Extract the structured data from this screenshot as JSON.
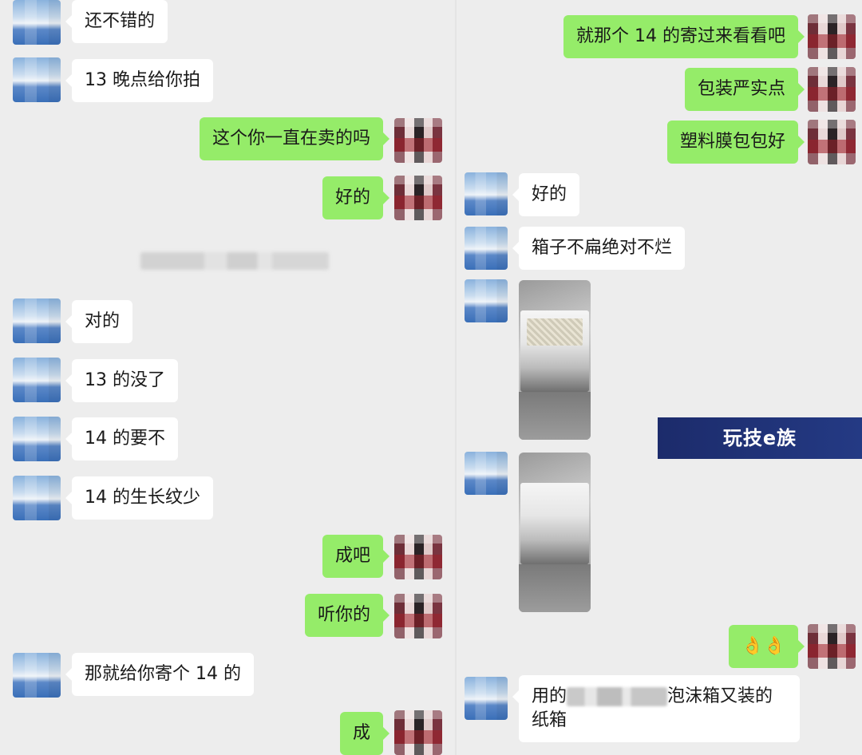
{
  "left": {
    "messages": [
      {
        "side": "other",
        "text": "还不错的"
      },
      {
        "side": "other",
        "text": "13 晚点给你拍"
      },
      {
        "side": "me",
        "text": "这个你一直在卖的吗"
      },
      {
        "side": "me",
        "text": "好的"
      },
      {
        "side": "other",
        "text": "对的"
      },
      {
        "side": "other",
        "text": "13 的没了"
      },
      {
        "side": "other",
        "text": "14 的要不"
      },
      {
        "side": "other",
        "text": "14 的生长纹少"
      },
      {
        "side": "me",
        "text": "成吧"
      },
      {
        "side": "me",
        "text": "听你的"
      },
      {
        "side": "other",
        "text": "那就给你寄个 14 的"
      },
      {
        "side": "me",
        "text": "成"
      }
    ]
  },
  "right": {
    "messages": [
      {
        "side": "me",
        "text": "就那个 14 的寄过来看看吧"
      },
      {
        "side": "me",
        "text": "包装严实点"
      },
      {
        "side": "me",
        "text": "塑料膜包包好"
      },
      {
        "side": "other",
        "text": "好的"
      },
      {
        "side": "other",
        "text": "箱子不扁绝对不烂"
      },
      {
        "side": "me",
        "text": "👌👌"
      },
      {
        "side": "other",
        "text_before": "用的",
        "text_after": "泡沫箱又装的纸箱"
      }
    ]
  },
  "watermark": {
    "text": "玩技e族"
  }
}
